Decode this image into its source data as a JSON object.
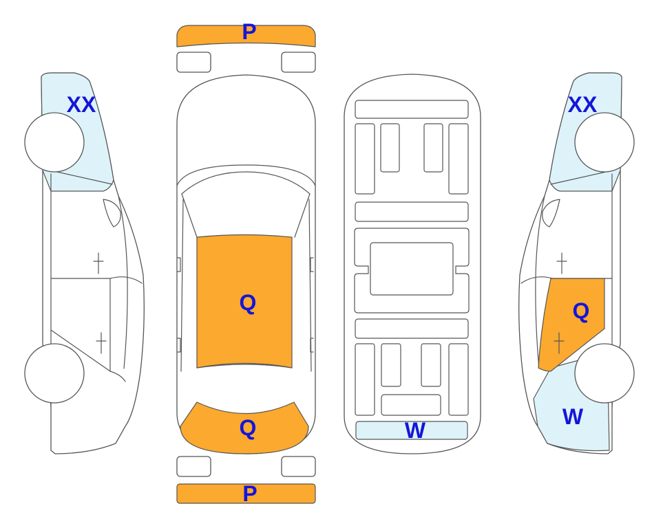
{
  "colors": {
    "orange": "#FBA92F",
    "light_blue": "#DDF3F9",
    "label": "#1515D8",
    "outline": "#555555"
  },
  "labels": {
    "front_bumper": "P",
    "rear_bumper": "P",
    "roof": "Q",
    "trunk": "Q",
    "right_rear_door": "Q",
    "left_front_fender": "XX",
    "right_front_fender": "XX",
    "underbody_rear": "W",
    "right_rear_quarter": "W"
  }
}
